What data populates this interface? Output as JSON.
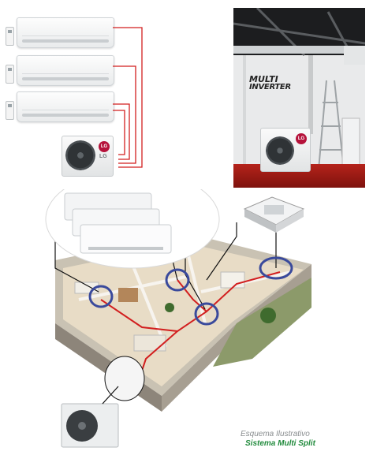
{
  "brand": {
    "logo_text": "LG",
    "label": "LG"
  },
  "photo": {
    "wall_title_line1": "MULTI",
    "wall_title_line2": "INVERTER",
    "unit_logo": "LG"
  },
  "caption": {
    "line1": "Esquema Ilustrativo",
    "line2": "Sistema Multi Split"
  },
  "colors": {
    "pipe": "#d21f1f",
    "highlight_ring": "#3a4a9c",
    "caption_green": "#228b3d",
    "lg_red": "#b5123a"
  }
}
